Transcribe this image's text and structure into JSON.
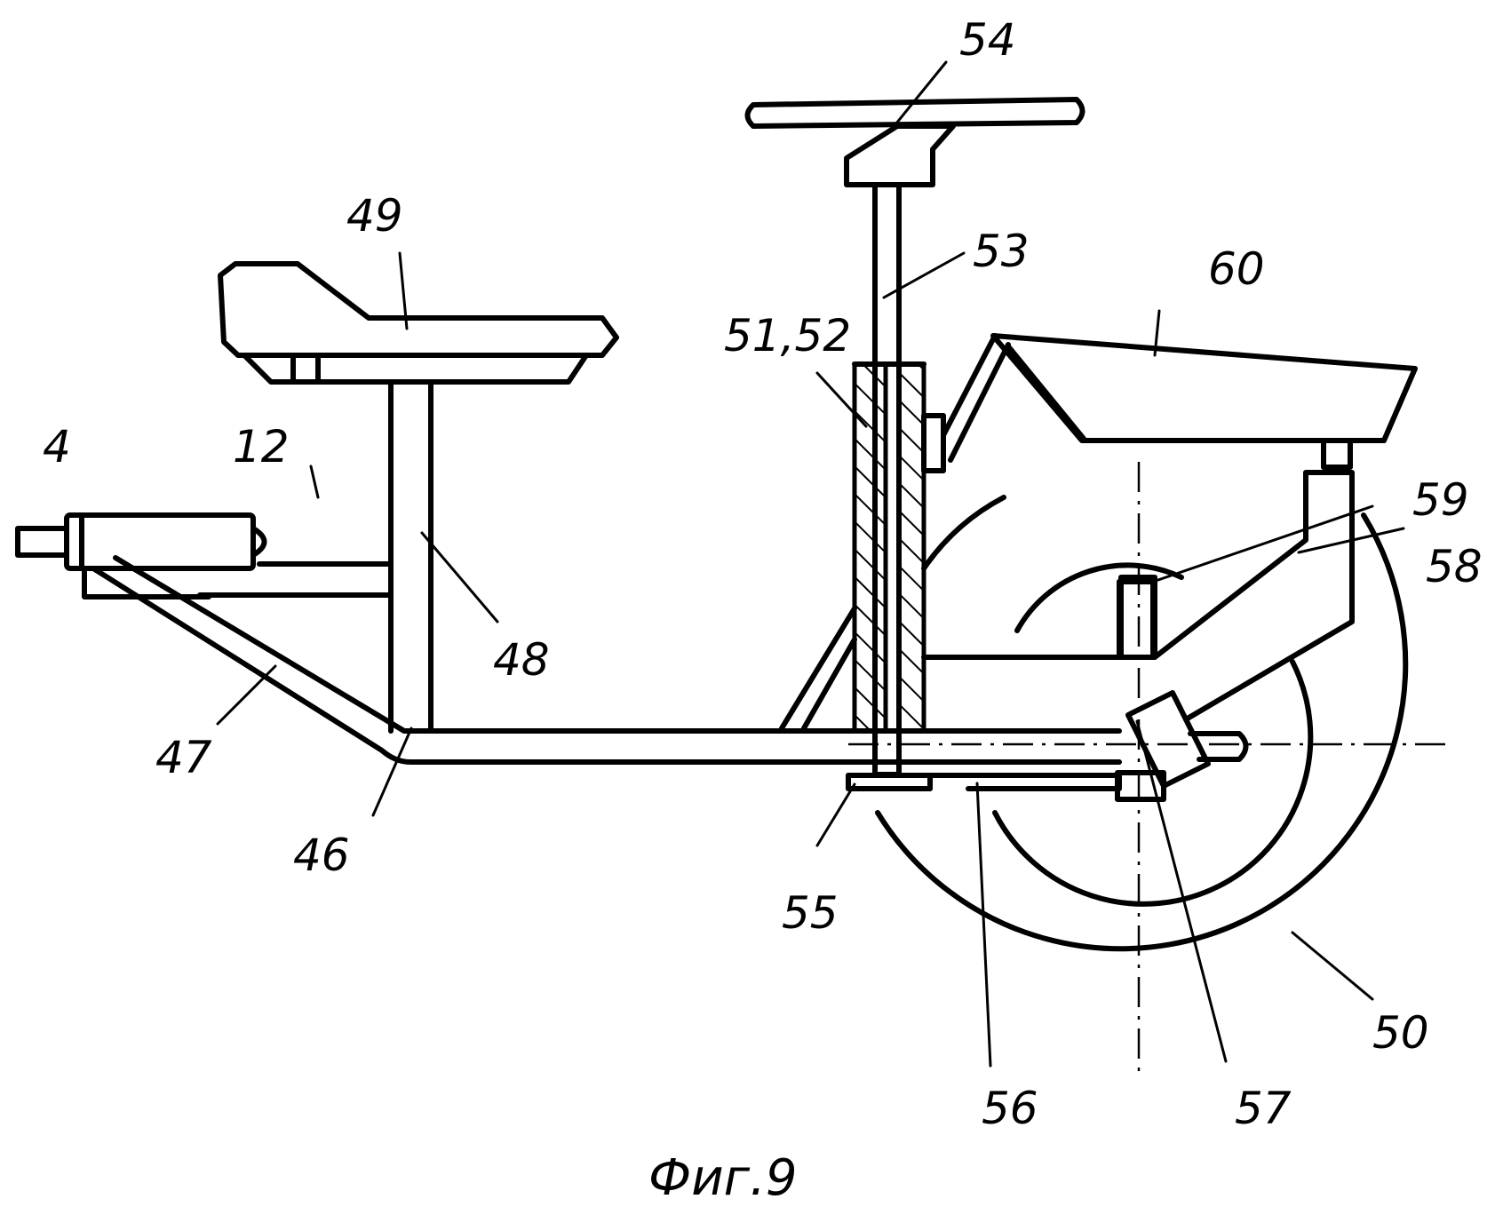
{
  "figure": {
    "caption": "Фиг.9",
    "labels": {
      "l4": "4",
      "l12": "12",
      "l46": "46",
      "l47": "47",
      "l48": "48",
      "l49": "49",
      "l50": "50",
      "l5152": "51,52",
      "l53": "53",
      "l54": "54",
      "l55": "55",
      "l56": "56",
      "l57": "57",
      "l58": "58",
      "l59": "59",
      "l60": "60"
    }
  }
}
